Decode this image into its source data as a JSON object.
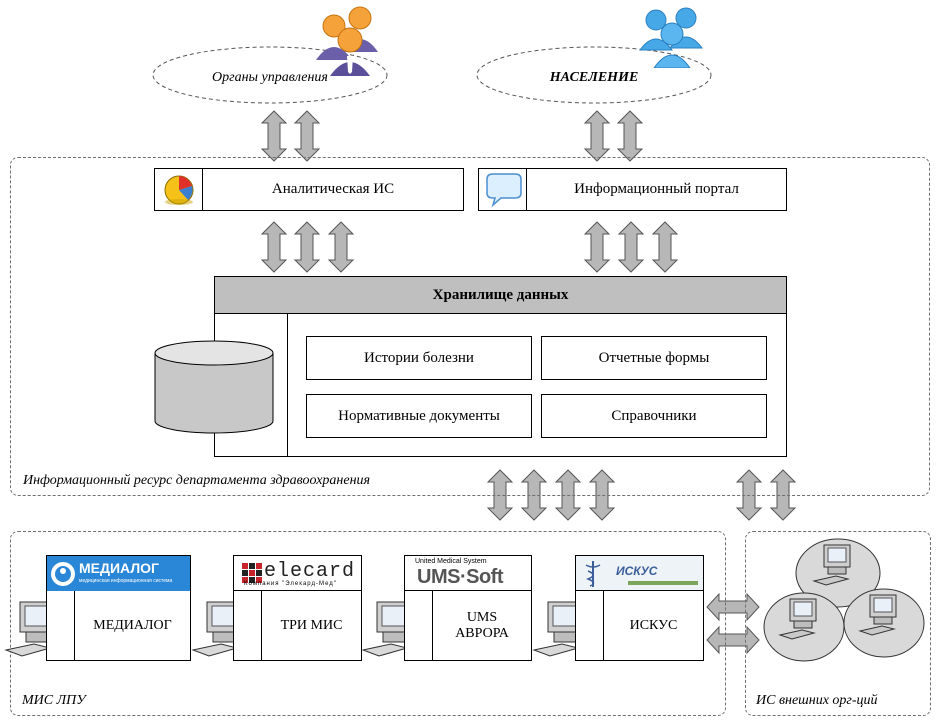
{
  "top": {
    "management_label": "Органы управления",
    "population_label": "НАСЕЛЕНИЕ"
  },
  "info_resource": {
    "label": "Информационный ресурс департамента здравоохранения",
    "analytic_label": "Аналитическая ИС",
    "portal_label": "Информационный портал",
    "storage": {
      "title": "Хранилище данных",
      "items": [
        "Истории болезни",
        "Отчетные формы",
        "Нормативные документы",
        "Справочники"
      ]
    }
  },
  "mis": {
    "label": "МИС ЛПУ",
    "systems": [
      {
        "name": "МЕДИАЛОГ",
        "logo_text": "МЕДИАЛОГ",
        "logo_sub": "медицинская информационная система"
      },
      {
        "name": "ТРИ МИС",
        "logo_text": "elecard",
        "logo_sub": "Компания \"Элекард-Мед\""
      },
      {
        "name": "UMS\nАВРОРА",
        "logo_text": "UMS·Soft",
        "logo_sub": "United Medical System"
      },
      {
        "name": "ИСКУС",
        "logo_text": "ИСКУС",
        "logo_sub": ""
      }
    ]
  },
  "external": {
    "label": "ИС внешних орг-ций"
  },
  "colors": {
    "arrow_fill": "#b7b7b7",
    "header_fill": "#bfbfbf",
    "cylinder_fill": "#c8c8c8",
    "people_orange": "#f5a23a",
    "people_purple": "#6a5fa8",
    "people_blue": "#47a8e8",
    "medialog_blue": "#2a86d6"
  }
}
